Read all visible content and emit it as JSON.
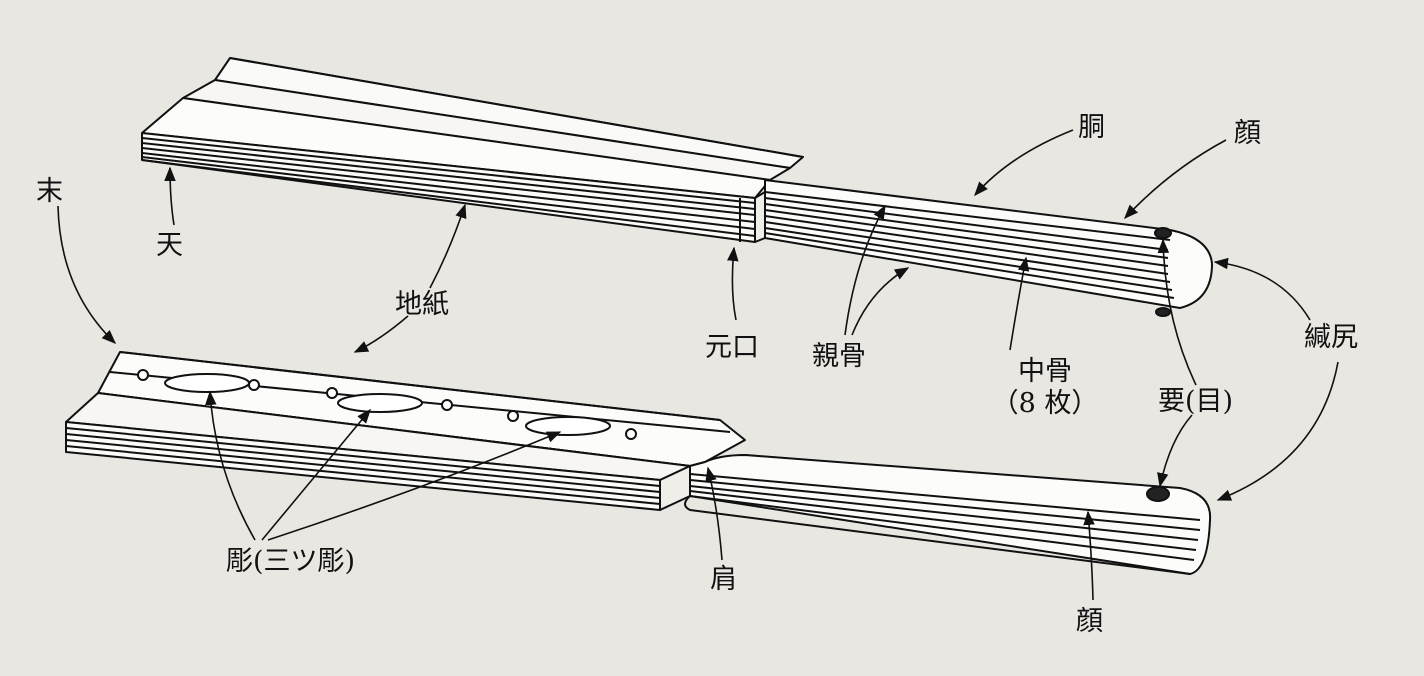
{
  "labels": {
    "sue": "末",
    "ten": "天",
    "jigami": "地紙",
    "motoguchi": "元口",
    "oyabone": "親骨",
    "naka_line1": "中骨",
    "naka_line2": "（8 枚）",
    "do": "胴",
    "kao_top": "顔",
    "kanamejiri": "緘尻",
    "kaname": "要(目)",
    "hori": "彫(三ツ彫)",
    "kata": "肩",
    "kao_bottom": "顔"
  }
}
